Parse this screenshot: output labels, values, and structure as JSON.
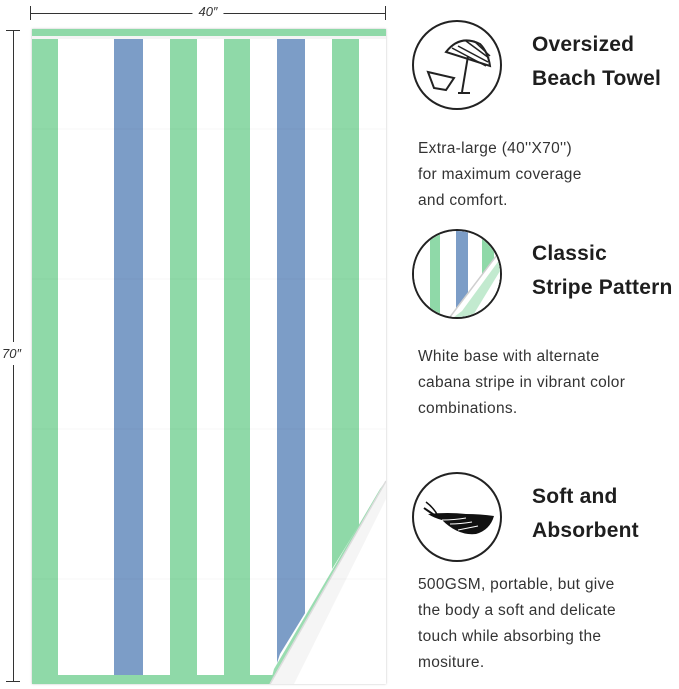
{
  "dimensions": {
    "width_label": "40″",
    "height_label": "70″"
  },
  "towel": {
    "colors": {
      "base": "#ffffff",
      "green": "#8fd9a8",
      "blue": "#7c9dc7"
    }
  },
  "features": [
    {
      "icon": "beach-umbrella-icon",
      "title_lines": [
        "Oversized",
        "Beach Towel"
      ],
      "desc_lines": [
        "Extra-large (40''X70'')",
        "for maximum coverage",
        "and comfort."
      ]
    },
    {
      "icon": "stripe-pattern-icon",
      "title_lines": [
        "Classic",
        "Stripe Pattern"
      ],
      "desc_lines": [
        "White base with alternate",
        "cabana stripe in vibrant color",
        "combinations."
      ]
    },
    {
      "icon": "feather-icon",
      "title_lines": [
        "Soft and",
        "Absorbent"
      ],
      "desc_lines": [
        "500GSM, portable, but give",
        "the body a soft and delicate",
        "touch while absorbing the",
        "mositure."
      ]
    }
  ]
}
